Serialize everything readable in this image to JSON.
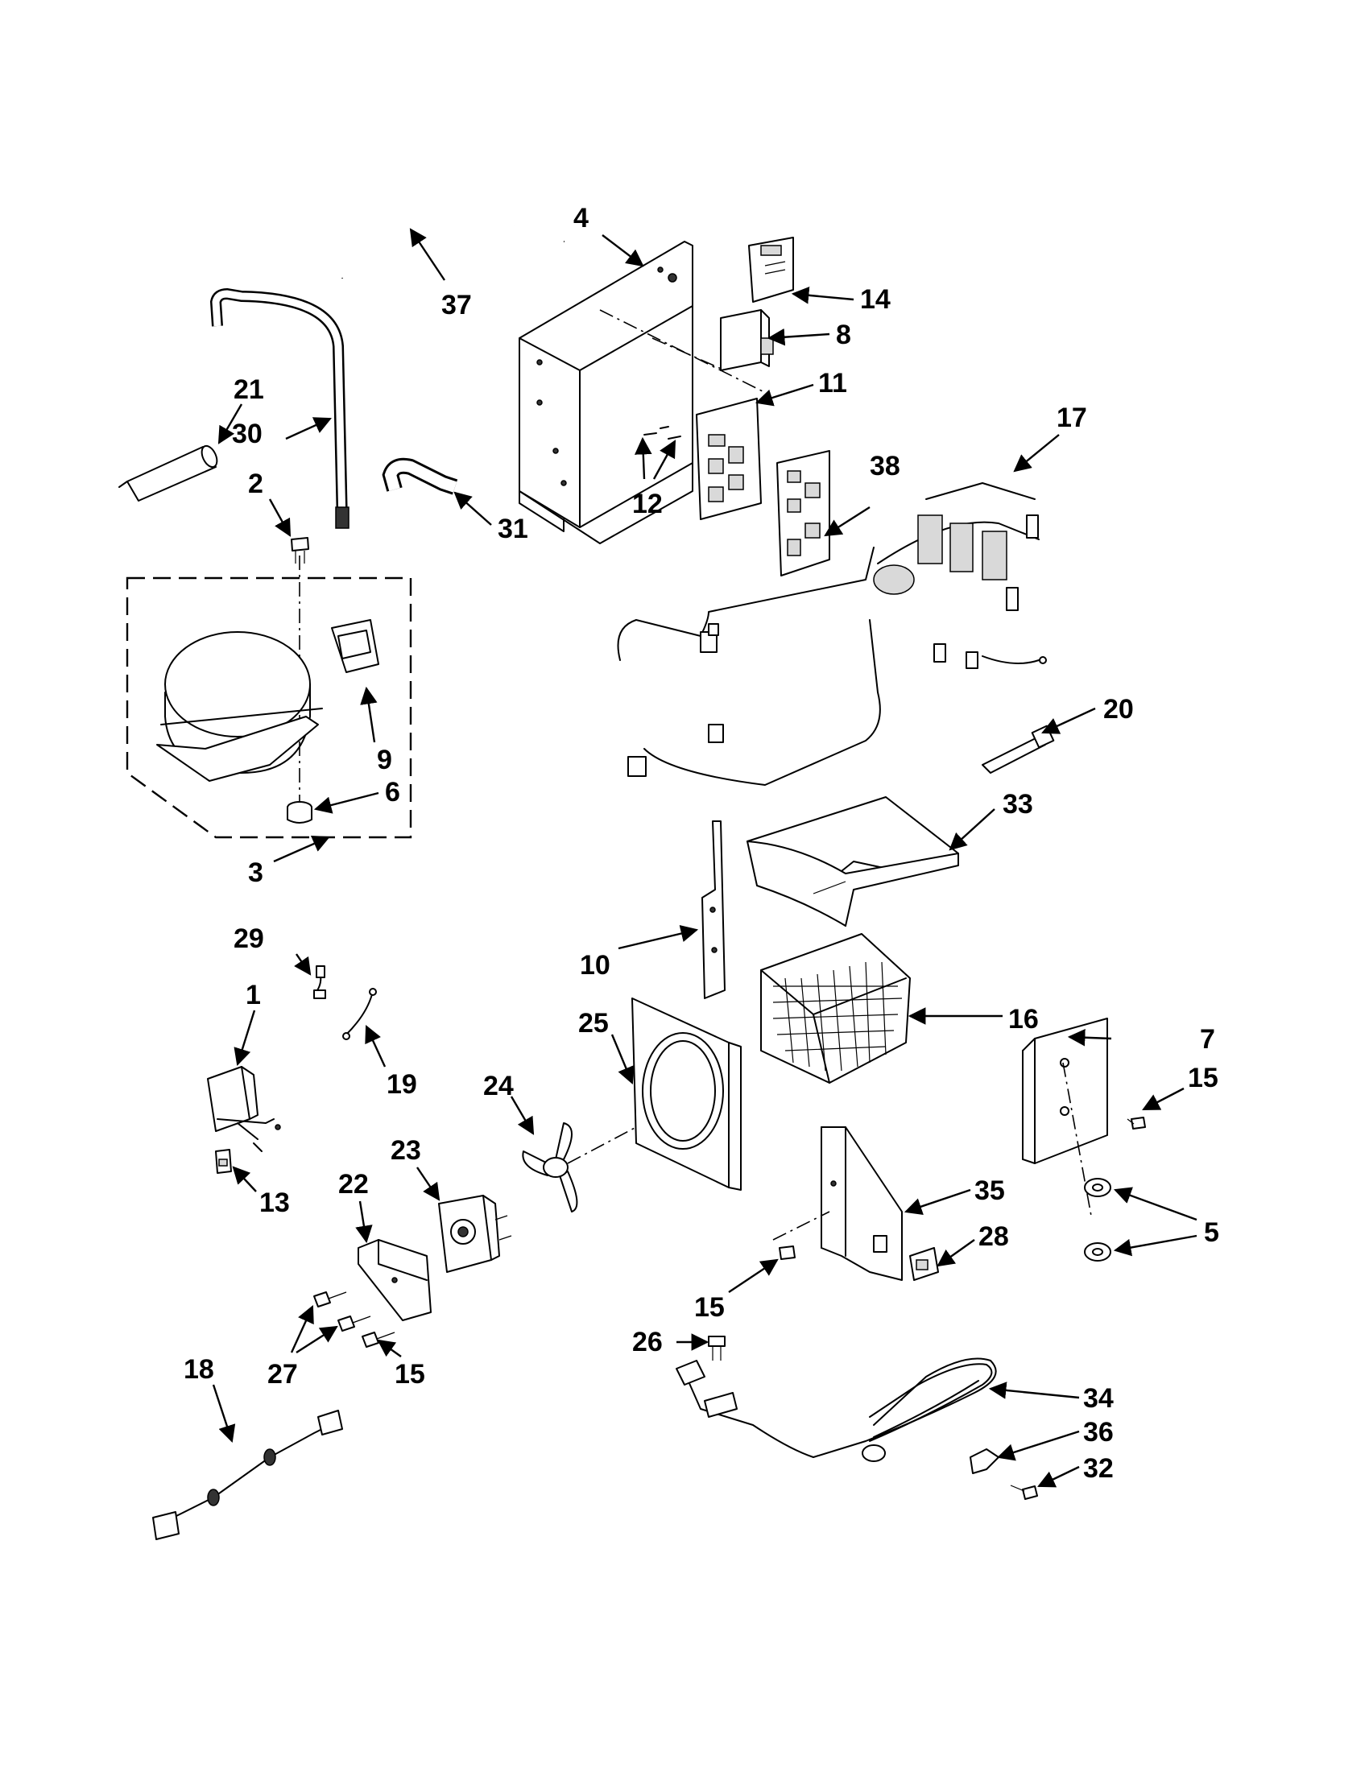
{
  "callouts": {
    "c1": "1",
    "c2": "2",
    "c3": "3",
    "c4": "4",
    "c5": "5",
    "c6": "6",
    "c7": "7",
    "c8": "8",
    "c9": "9",
    "c10": "10",
    "c11": "11",
    "c12": "12",
    "c13": "13",
    "c14": "14",
    "c15a": "15",
    "c15b": "15",
    "c15c": "15",
    "c16": "16",
    "c17": "17",
    "c18": "18",
    "c19": "19",
    "c20": "20",
    "c21": "21",
    "c22": "22",
    "c23": "23",
    "c24": "24",
    "c25": "25",
    "c26": "26",
    "c27": "27",
    "c28": "28",
    "c29": "29",
    "c30": "30",
    "c31": "31",
    "c32": "32",
    "c33": "33",
    "c34": "34",
    "c35": "35",
    "c36": "36",
    "c37": "37",
    "c38": "38"
  }
}
